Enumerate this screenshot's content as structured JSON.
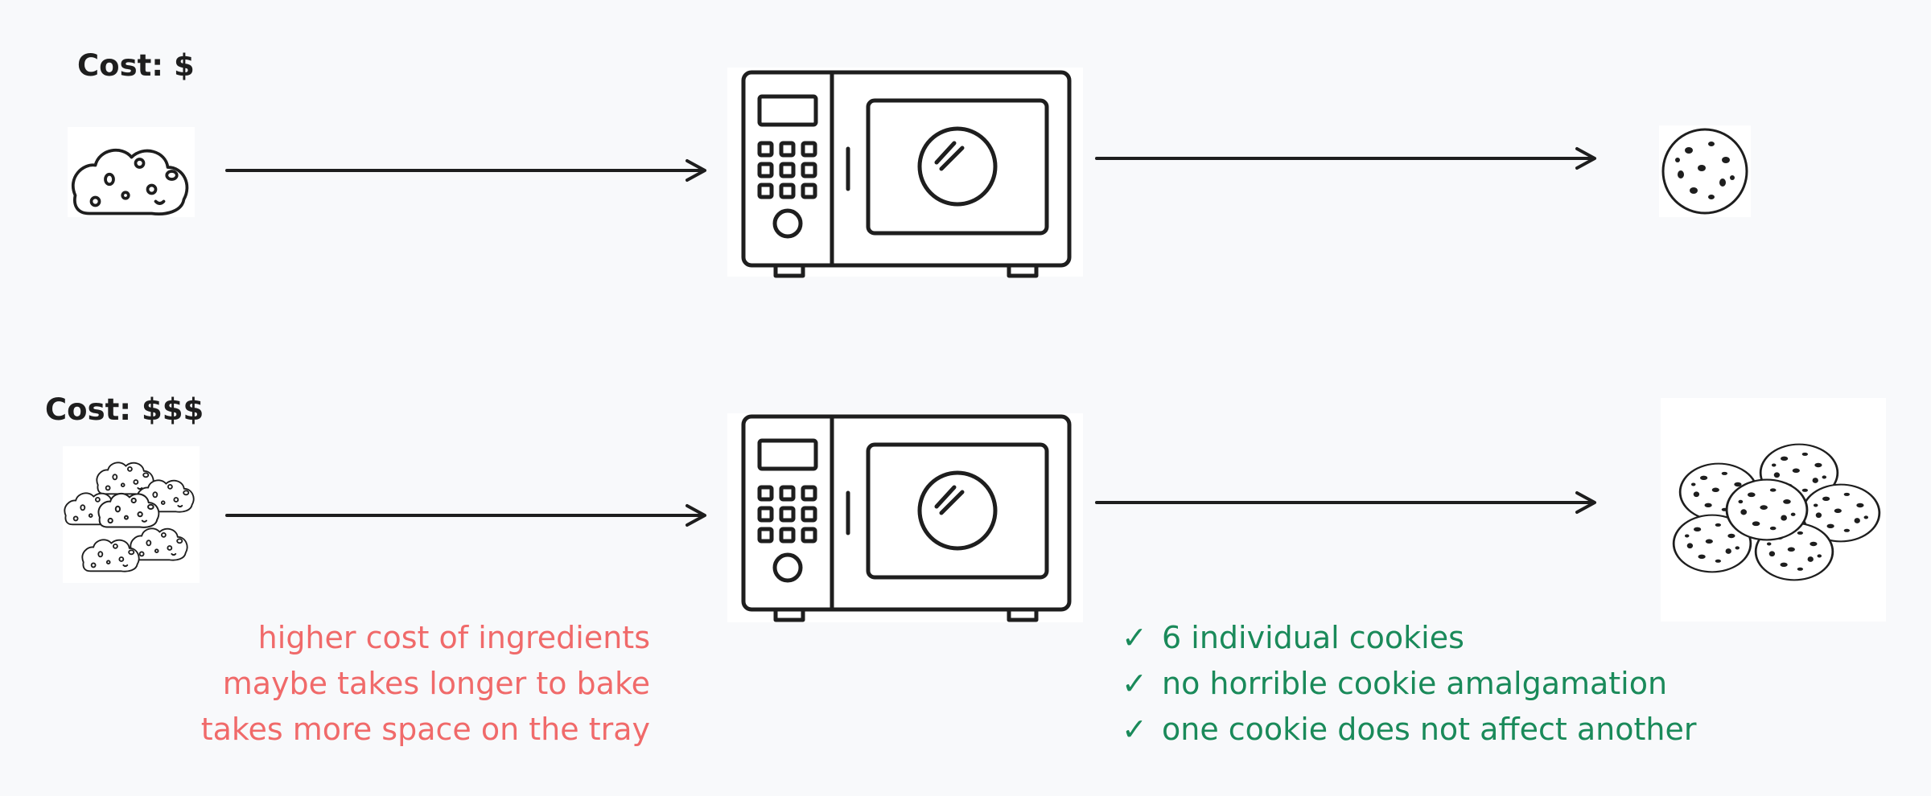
{
  "rows": [
    {
      "cost_label": "Cost: $"
    },
    {
      "cost_label": "Cost: $$$"
    }
  ],
  "icons": {
    "single_dough": "cookie-dough-icon",
    "many_dough": "cookie-dough-batch-icon",
    "oven": "microwave-oven-icon",
    "single_cookie": "cookie-icon",
    "many_cookies": "cookie-batch-icon"
  },
  "cons": {
    "color": "#f06a6a",
    "items": [
      "higher cost of ingredients",
      "maybe takes longer to bake",
      "takes more space on the tray"
    ]
  },
  "pros": {
    "color": "#1a8a5a",
    "check": "✓",
    "items": [
      "6 individual cookies",
      "no horrible cookie amalgamation",
      "one cookie does not affect another"
    ]
  }
}
